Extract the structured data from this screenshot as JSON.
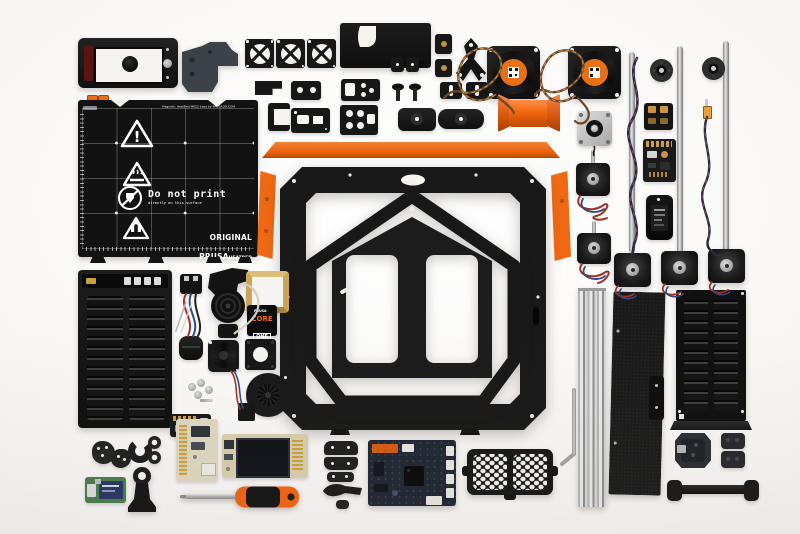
{
  "scene": {
    "description": "Flat-lay knolling photograph of a disassembled Prusa 3D printer kit on a white background",
    "background_color": "#f7f5f3",
    "accent_orange": "#f2680f"
  },
  "heatbed": {
    "top_label": "Magnetic HeatBed MK52 base by PRUSA3D.COM",
    "warning_title": "Do not print",
    "warning_subtitle": "directly on this surface",
    "brand": "ORIGINAL PRUSA",
    "brand_suffix": "HEATBED",
    "byline": "by Josef Prusa"
  },
  "stickers": {
    "core_one": {
      "line1": "PRUSA",
      "line2": "CORE",
      "line3": "ONE"
    }
  },
  "colors": {
    "part_black": "#161616",
    "orange": "#f2680f",
    "pcb_dark": "#1f2733",
    "pcb_tan": "#d9cfae",
    "pcb_green": "#477d4e",
    "metal_silver": "#c9c9c9"
  }
}
